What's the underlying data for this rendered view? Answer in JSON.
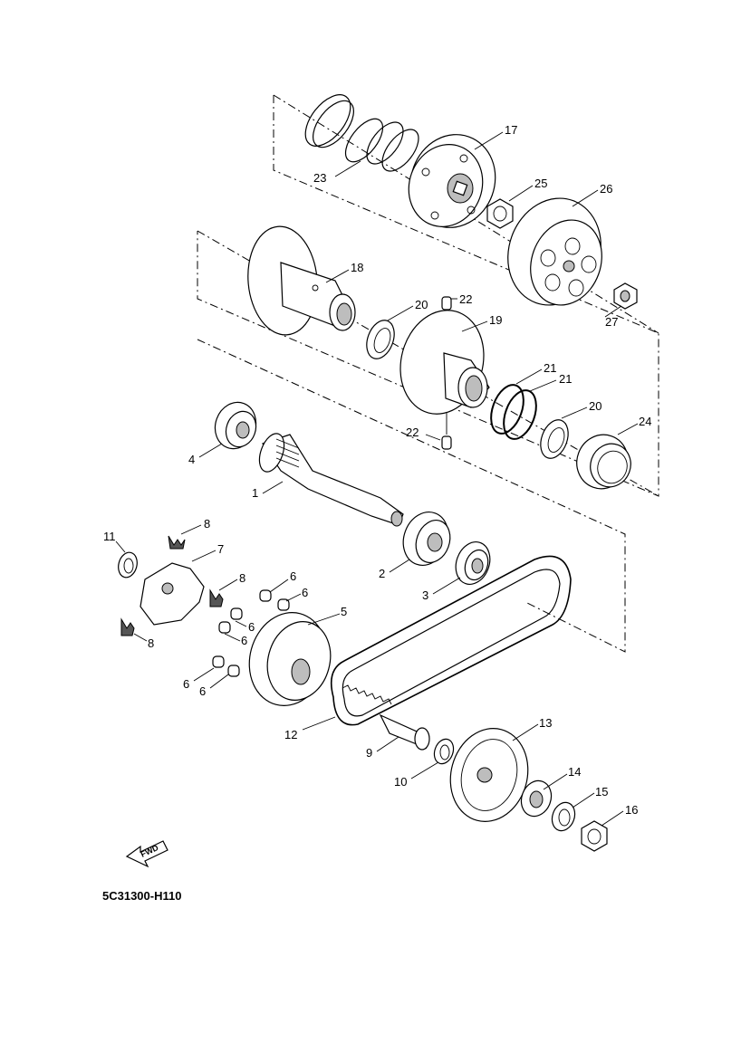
{
  "diagram": {
    "part_code": "5C31300-H110",
    "fwd_label": "FWD",
    "callouts": [
      {
        "id": "c1",
        "label": "1"
      },
      {
        "id": "c2",
        "label": "2"
      },
      {
        "id": "c3",
        "label": "3"
      },
      {
        "id": "c4",
        "label": "4"
      },
      {
        "id": "c5",
        "label": "5"
      },
      {
        "id": "c6a",
        "label": "6"
      },
      {
        "id": "c6b",
        "label": "6"
      },
      {
        "id": "c6c",
        "label": "6"
      },
      {
        "id": "c6d",
        "label": "6"
      },
      {
        "id": "c6e",
        "label": "6"
      },
      {
        "id": "c7",
        "label": "7"
      },
      {
        "id": "c8a",
        "label": "8"
      },
      {
        "id": "c8b",
        "label": "8"
      },
      {
        "id": "c8c",
        "label": "8"
      },
      {
        "id": "c9",
        "label": "9"
      },
      {
        "id": "c10",
        "label": "10"
      },
      {
        "id": "c11",
        "label": "11"
      },
      {
        "id": "c12",
        "label": "12"
      },
      {
        "id": "c13",
        "label": "13"
      },
      {
        "id": "c14",
        "label": "14"
      },
      {
        "id": "c15",
        "label": "15"
      },
      {
        "id": "c16",
        "label": "16"
      },
      {
        "id": "c17",
        "label": "17"
      },
      {
        "id": "c18",
        "label": "18"
      },
      {
        "id": "c19",
        "label": "19"
      },
      {
        "id": "c20a",
        "label": "20"
      },
      {
        "id": "c20b",
        "label": "20"
      },
      {
        "id": "c21a",
        "label": "21"
      },
      {
        "id": "c21b",
        "label": "21"
      },
      {
        "id": "c22a",
        "label": "22"
      },
      {
        "id": "c22b",
        "label": "22"
      },
      {
        "id": "c23",
        "label": "23"
      },
      {
        "id": "c24",
        "label": "24"
      },
      {
        "id": "c25",
        "label": "25"
      },
      {
        "id": "c26",
        "label": "26"
      },
      {
        "id": "c27",
        "label": "27"
      }
    ]
  }
}
